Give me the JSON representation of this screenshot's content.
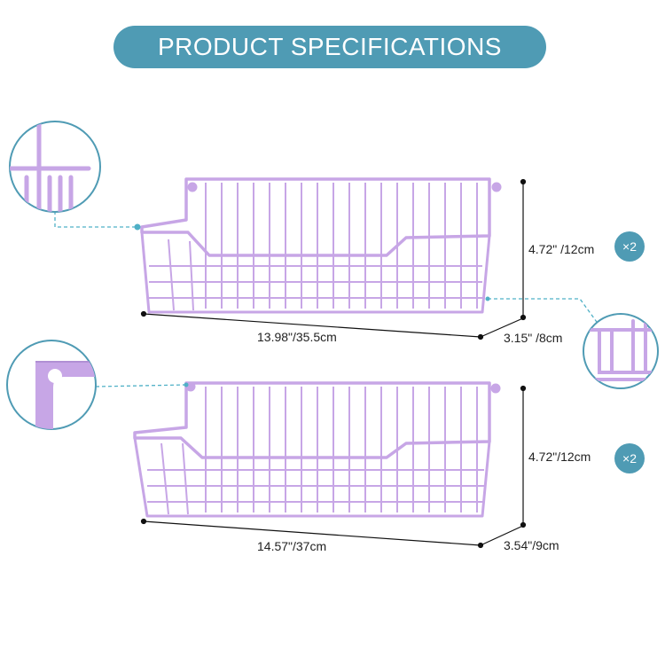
{
  "title": "PRODUCT SPECIFICATIONS",
  "colors": {
    "accent": "#4f9bb4",
    "basket": "#c7a6e6",
    "dimension_line": "#111111",
    "callout_line": "#4fb0c6"
  },
  "baskets": [
    {
      "width_label": "13.98\"/35.5cm",
      "height_label": "4.72\" /12cm",
      "depth_label": "3.15\" /8cm",
      "quantity_label": "×2"
    },
    {
      "width_label": "14.57\"/37cm",
      "height_label": "4.72\"/12cm",
      "depth_label": "3.54\"/9cm",
      "quantity_label": "×2"
    }
  ],
  "icons": [
    "detail-corner-top-icon",
    "detail-side-icon",
    "detail-mount-hole-icon"
  ]
}
